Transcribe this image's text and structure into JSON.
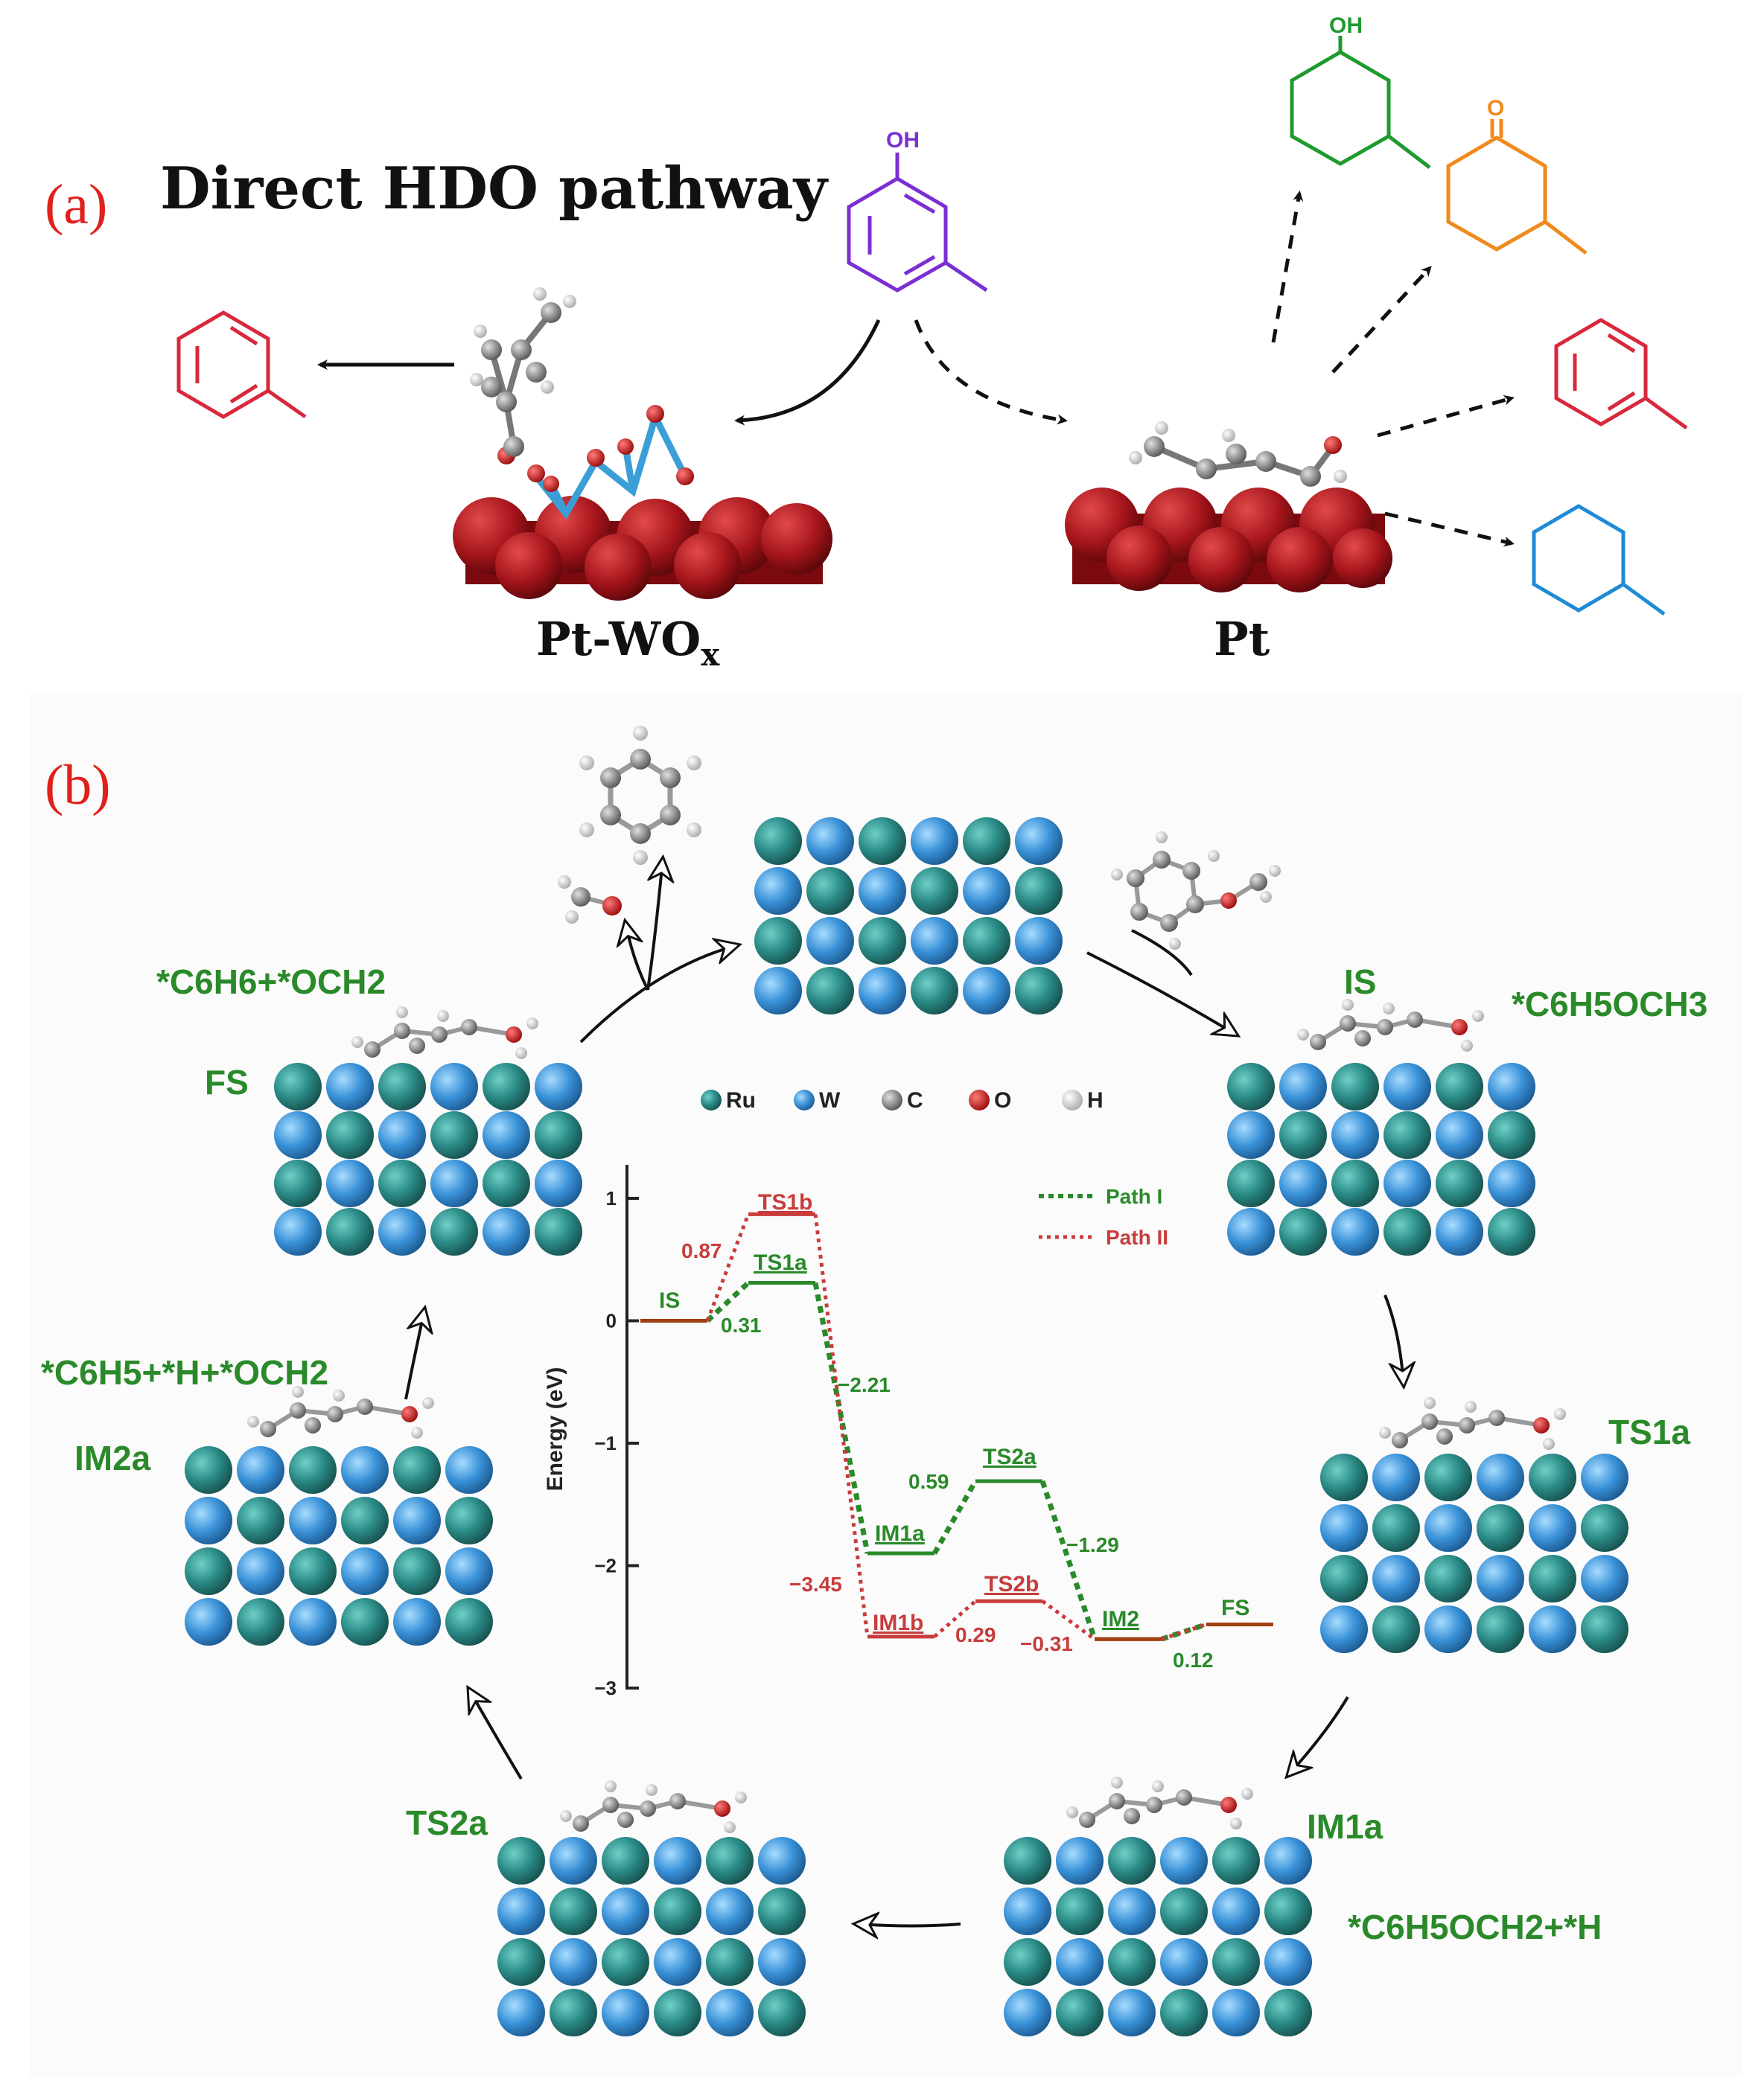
{
  "panel_a": {
    "label": "(a)",
    "title": "Direct HDO pathway",
    "catalyst_left": "Pt-WO",
    "catalyst_left_sub": "x",
    "catalyst_right": "Pt",
    "oh_label_reactant": "OH",
    "oh_label_product": "OH",
    "o_label_ketone": "O",
    "colors": {
      "label": "#e0201b",
      "reactant": "#7b2fd3",
      "toluene": "#d8283c",
      "cyclohexanol": "#1e9a2e",
      "cyclohexanone": "#f08a1c",
      "methylcyclohexane": "#1f8ad6"
    }
  },
  "panel_b": {
    "label": "(b)",
    "legend": {
      "ru": "Ru",
      "w": "W",
      "c": "C",
      "o": "O",
      "h": "H"
    },
    "states": {
      "fs_species": "*C6H6+*OCH2",
      "fs_label": "FS",
      "is_label": "IS",
      "is_species": "*C6H5OCH3",
      "ts1a_label": "TS1a",
      "im2a_species": "*C6H5+*H+*OCH2",
      "im2a_label": "IM2a",
      "ts2a_label": "TS2a",
      "im1a_label": "IM1a",
      "im1a_species": "*C6H5OCH2+*H"
    },
    "colors": {
      "green": "#2a8a2a",
      "red": "#c83c3c",
      "ru": "#2a8a86",
      "w": "#3a92d8"
    }
  },
  "chart_data": {
    "type": "line",
    "ylabel": "Energy (eV)",
    "ylim": [
      -3,
      1.2
    ],
    "yticks": [
      "1",
      "0",
      "−1",
      "−2",
      "−3"
    ],
    "legend": [
      "Path I",
      "Path II"
    ],
    "series": [
      {
        "name": "Path I",
        "color": "#2a8a2a",
        "states": [
          {
            "label": "IS",
            "energy": 0
          },
          {
            "label": "TS1a",
            "energy": 0.31
          },
          {
            "label": "IM1a",
            "energy": -1.9
          },
          {
            "label": "TS2a",
            "energy": -1.31
          },
          {
            "label": "IM2",
            "energy": -2.6
          },
          {
            "label": "FS",
            "energy": -2.48
          }
        ],
        "annotations": [
          "0.31",
          "−2.21",
          "0.59",
          "−1.29",
          "0.12"
        ]
      },
      {
        "name": "Path II",
        "color": "#c83c3c",
        "states": [
          {
            "label": "IS",
            "energy": 0
          },
          {
            "label": "TS1b",
            "energy": 0.87
          },
          {
            "label": "IM1b",
            "energy": -2.58
          },
          {
            "label": "TS2b",
            "energy": -2.29
          },
          {
            "label": "IM2",
            "energy": -2.6
          },
          {
            "label": "FS",
            "energy": -2.48
          }
        ],
        "annotations": [
          "0.87",
          "−3.45",
          "0.29",
          "−0.31"
        ]
      }
    ]
  },
  "chart_labels": {
    "is": "IS",
    "ts1b": "TS1b",
    "ts1a": "TS1a",
    "im1a": "IM1a",
    "ts2a": "TS2a",
    "ts2b": "TS2b",
    "im1b": "IM1b",
    "im2": "IM2",
    "fs": "FS",
    "v087": "0.87",
    "v031": "0.31",
    "vm221": "−2.21",
    "v059": "0.59",
    "vm129": "−1.29",
    "vm345": "−3.45",
    "v029": "0.29",
    "vm031": "−0.31",
    "v012": "0.12",
    "legend_path1": "Path I",
    "legend_path2": "Path II"
  }
}
